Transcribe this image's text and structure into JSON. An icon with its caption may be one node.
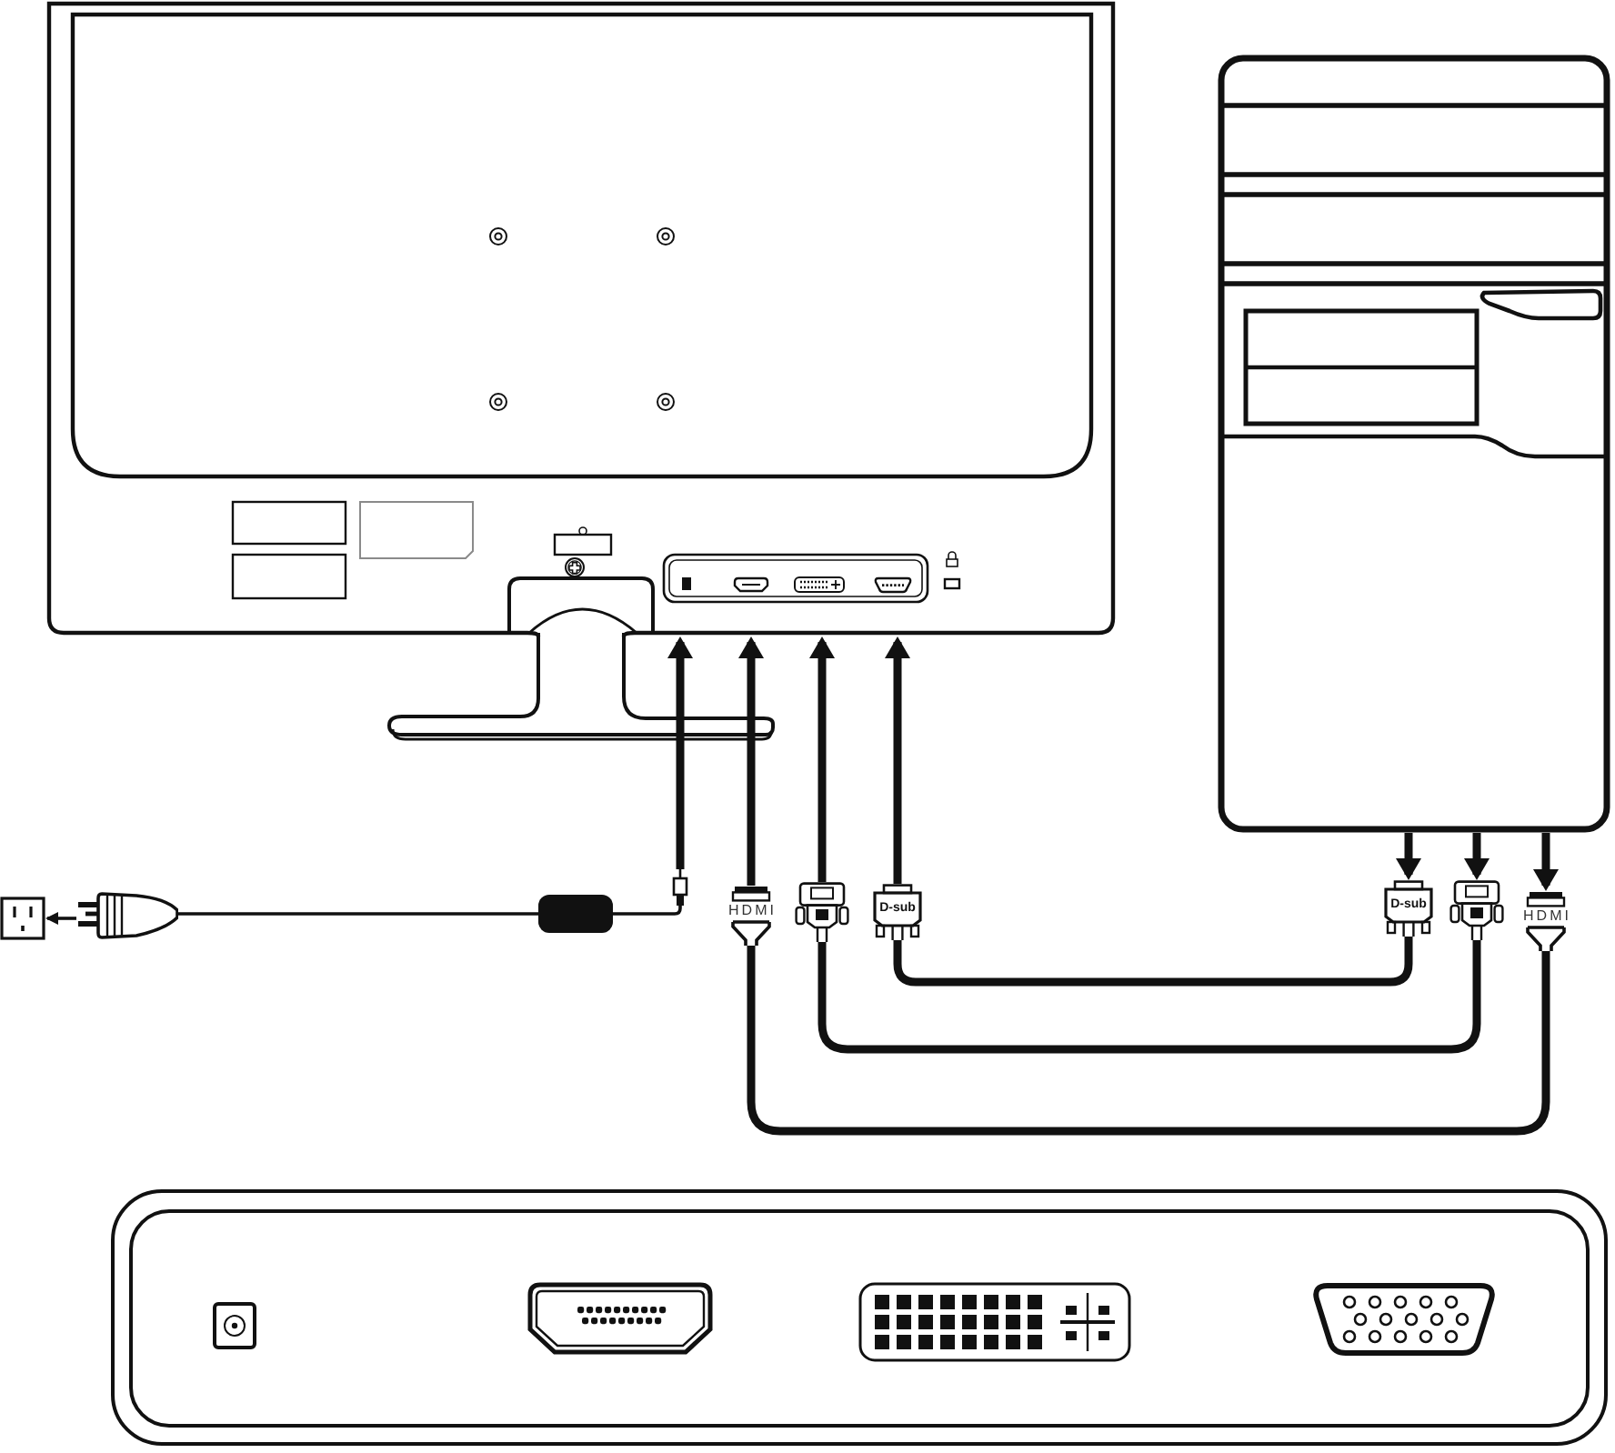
{
  "diagram": {
    "nodes": [
      {
        "text": [],
        "shape": "picture"
      },
      {
        "text": [],
        "shape": "picture"
      },
      {
        "text": [],
        "shape": "picture"
      },
      {
        "text": [],
        "shape": "picture"
      },
      {
        "text": [],
        "shape": "box"
      },
      {
        "text": [],
        "shape": "picture"
      },
      {
        "text": [
          "HDMI"
        ]
      },
      {
        "text": [],
        "shape": "picture"
      },
      {
        "text": [
          "D-sub"
        ]
      },
      {
        "text": [
          "D-sub"
        ]
      },
      {
        "text": [],
        "shape": "picture"
      },
      {
        "text": [
          "HDMI"
        ]
      }
    ],
    "edges": [
      {
        "from": 3,
        "to": 2,
        "arrow": "to"
      },
      {
        "from": 3,
        "to": 4,
        "arrow": "none"
      },
      {
        "from": 4,
        "to": 5,
        "arrow": "none"
      },
      {
        "from": 5,
        "to": 0,
        "arrow": "to"
      },
      {
        "from": 6,
        "to": 0,
        "arrow": "to"
      },
      {
        "from": 7,
        "to": 0,
        "arrow": "to"
      },
      {
        "from": 8,
        "to": 0,
        "arrow": "to"
      },
      {
        "from": 1,
        "to": 9,
        "arrow": "to"
      },
      {
        "from": 1,
        "to": 10,
        "arrow": "to"
      },
      {
        "from": 1,
        "to": 11,
        "arrow": "to"
      },
      {
        "from": 8,
        "to": 9,
        "arrow": "none"
      },
      {
        "from": 7,
        "to": 10,
        "arrow": "none"
      },
      {
        "from": 6,
        "to": 11,
        "arrow": "none"
      }
    ]
  }
}
